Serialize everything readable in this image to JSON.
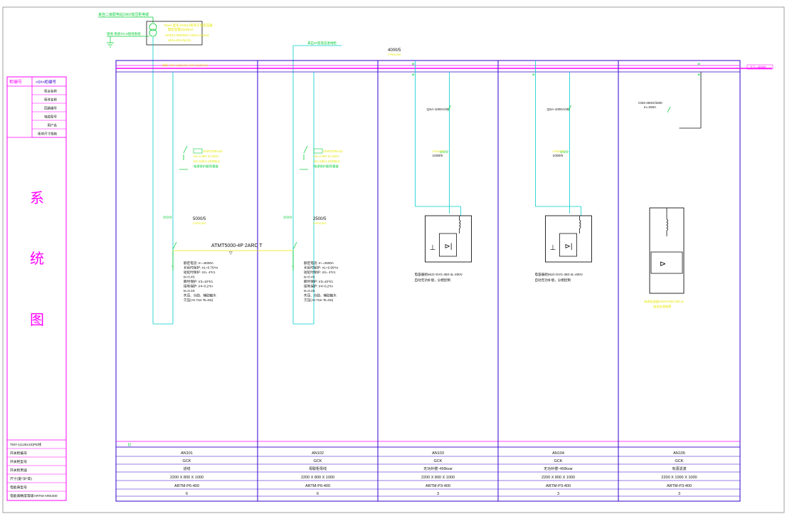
{
  "colors": {
    "frame": "#3300cc",
    "magenta": "#ff00ff",
    "cyan": "#00cccc",
    "yellow": "#e6e600",
    "green": "#00cc33",
    "black": "#111111"
  },
  "left_table": {
    "header_left": "柜编号",
    "header_right": "<0#>柜编号",
    "rows": [
      "柜台名称",
      "柜体名称",
      "回路编号",
      "电缆型号",
      "用户名",
      "柜体尺寸规格"
    ],
    "big_title": [
      "系",
      "统",
      "图"
    ]
  },
  "bottom_left_labels": [
    "TMY-1(125x10)PE线",
    "开关柜编号",
    "开关柜型号",
    "开关柜用途",
    "尺寸(宽*深*高)",
    "电能表型号",
    "电能表精度等级ARTM-ARE400"
  ],
  "top_source": {
    "incoming_label": "来自二级配电站10kV高压柜电缆",
    "transformer_lines": [
      "Trans   型号:SCB14系列干式变压器",
      "额定容量2500kVA",
      "SCB14-2500kVA-10/0.4-Dyn11",
      "Uk%=6%    Dyn11"
    ],
    "ground_label": "接地 系统TN-S接地系统",
    "tie_label": "来自1#变低压进线柜",
    "ct_top": "4000/5",
    "ct_top_sub": "2*PE8-300",
    "busbar_label": "母线: TMY-4(125x10)+TMY-1(125x10)",
    "busbar_right_label": "至下一配电柜"
  },
  "panels": [
    {
      "id": "AN101",
      "type": "GCK",
      "function": "进线",
      "size": "2200 X 800 X 1000",
      "meter": "ARTM-P6-400",
      "count": "6",
      "ct": "5000/5",
      "ct_sub": "2*PE8-300",
      "protection": [
        "ATMT2000-4/3",
        "Un=1.0kV In=220V",
        "Sn=3,5kA,10/350us",
        "电涌保护器/防雷器"
      ],
      "breaker_label": "ATMT5000-4P 2ARC T",
      "settings": [
        "额定电流:      In =5000A",
        "长延时保护:   Ir1=0.75*In",
        "短延时保护:   Ir2= 4*Ir1",
        "                        ts=0.4S",
        "瞬时保护:      Ir3=10*Ir1",
        "接地保护:      Ir4=0.2*In",
        "                        ts=0.4S",
        "失压、分励、辅助触头",
        "欠压(<0.7Ue Ts=5S)"
      ]
    },
    {
      "id": "AN102",
      "type": "GCK",
      "function": "母联柜母线",
      "size": "2200 X 800 X 1000",
      "meter": "ARTM-P6-400",
      "count": "6",
      "ct": "2500/5",
      "ct_sub": "2*PE8-300",
      "protection": [
        "ATMT2000-4/3",
        "Un=1.0kV In=220V",
        "Sn=3,5kA,10/350us",
        "电涌保护器/防雷器"
      ],
      "settings": [
        "额定电流:      In =2500A",
        "长延时保护:   Ir1=0.95*In",
        "短延时保护:   Ir2= 4*Ir1",
        "                        ts=0.4S",
        "瞬时保护:      Ir3=10*Ir1",
        "接地保护:      Ir4=0.2*In",
        "                        ts=0.4S",
        "失压、分励、辅助触头",
        "欠压(<0.7Ue Ts=5S)"
      ]
    },
    {
      "id": "AN103",
      "type": "GCK",
      "function": "无功补偿~450kvar",
      "size": "2200 X 800 X 1000",
      "meter": "ARTM-P3-400",
      "count": "3",
      "switch": "QSA-1000A/3P",
      "ct": "1000/5",
      "ct_sub": "2*PE8-300",
      "device": [
        "电容器组MLD-SVG-450-4L-400V",
        "自动无功补偿，分相控制"
      ]
    },
    {
      "id": "AN104",
      "type": "GCK",
      "function": "无功补偿~450kvar",
      "size": "2200 X 800 X 1000",
      "meter": "ARTM-P3-400",
      "count": "3",
      "switch": "QSA-1000A/3P",
      "ct": "1000/5",
      "ct_sub": "2*PE8-300",
      "device": [
        "电容器组MLD-SVG-450-4L-400V",
        "自动无功补偿，分相控制"
      ]
    },
    {
      "id": "AN105",
      "type": "GCK",
      "function": "有源滤波",
      "size": "2200 X 1000 X 1000",
      "meter": "ARTM-P3-400",
      "count": "3",
      "switch": "CM3-250H/3300",
      "switch_sub": "In=250A",
      "device": [
        "有源滤波器ANAPF250-300-4L",
        "谐波治理装置"
      ]
    }
  ]
}
